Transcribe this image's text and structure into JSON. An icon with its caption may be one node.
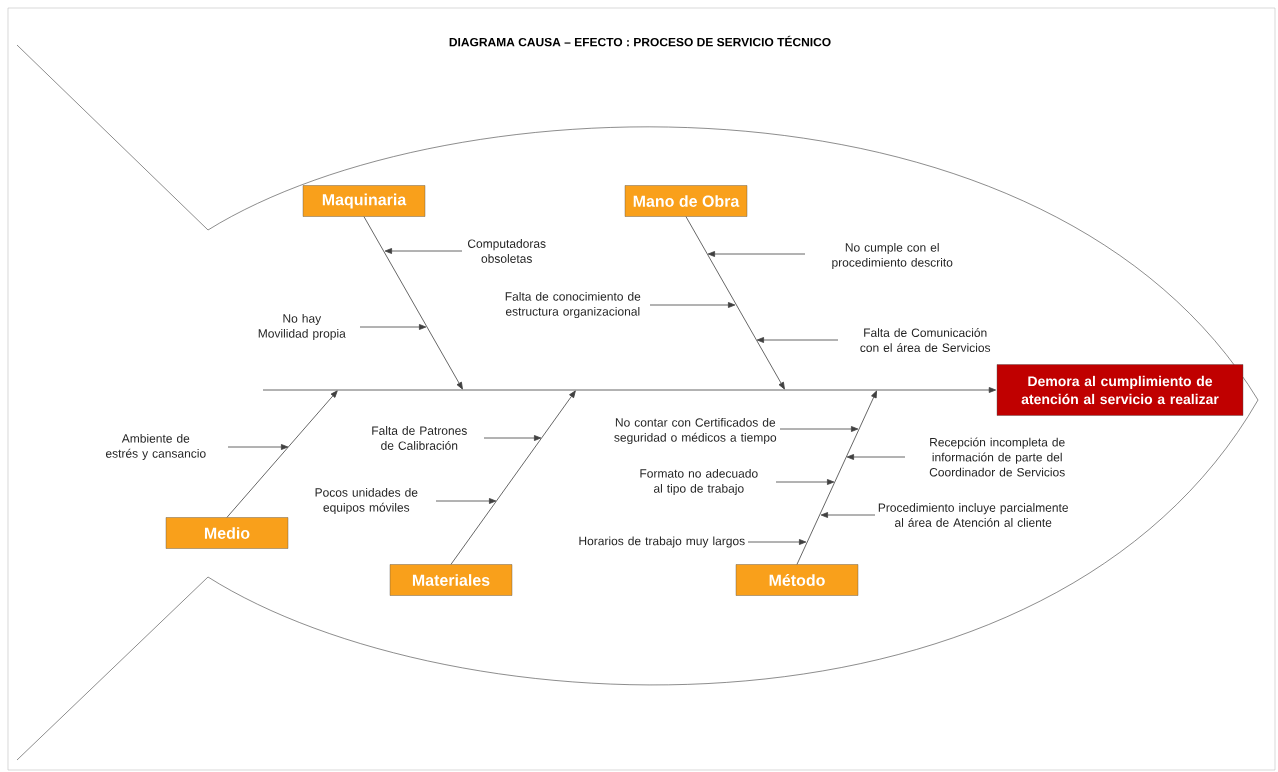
{
  "diagram": {
    "title": "DIAGRAMA CAUSA – EFECTO : PROCESO DE SERVICIO TÉCNICO",
    "nodes": [
      {
        "text": [
          "Maquinaria"
        ]
      },
      {
        "text": [
          "Mano de Obra"
        ]
      },
      {
        "text": [
          "Demora al cumplimiento de atención al servicio a realizar"
        ]
      },
      {
        "text": [
          "Medio"
        ]
      },
      {
        "text": [
          "Materiales"
        ]
      },
      {
        "text": [
          "Método"
        ]
      },
      {
        "text": [
          "Computadoras obsoletas"
        ]
      },
      {
        "text": [
          "No hay Movilidad propia"
        ]
      },
      {
        "text": [
          "No cumple con el procedimiento descrito"
        ]
      },
      {
        "text": [
          "Falta de conocimiento de estructura organizacional"
        ]
      },
      {
        "text": [
          "Falta de Comunicación con el área de Servicios"
        ]
      },
      {
        "text": [
          "Ambiente de estrés y cansancio"
        ]
      },
      {
        "text": [
          "Falta de Patrones de Calibración"
        ]
      },
      {
        "text": [
          "Pocos unidades de equipos móviles"
        ]
      },
      {
        "text": [
          "No contar con Certificados de seguridad o médicos a tiempo"
        ]
      },
      {
        "text": [
          "Recepción incompleta de información de parte del Coordinador de Servicios"
        ]
      },
      {
        "text": [
          "Formato no adecuado al tipo de trabajo"
        ]
      },
      {
        "text": [
          "Procedimiento incluye parcialmente al área de Atención al cliente"
        ]
      },
      {
        "text": [
          "Horarios de trabajo muy largos"
        ]
      }
    ],
    "edges": [
      {
        "from": 0,
        "to": null,
        "arrow": "to"
      },
      {
        "from": 1,
        "to": null,
        "arrow": "to"
      },
      {
        "from": 3,
        "to": null,
        "arrow": "to"
      },
      {
        "from": 4,
        "to": null,
        "arrow": "to"
      },
      {
        "from": 5,
        "to": null,
        "arrow": "to"
      },
      {
        "from": null,
        "to": 2,
        "arrow": "to"
      },
      {
        "from": 6,
        "to": null,
        "arrow": "to"
      },
      {
        "from": 7,
        "to": null,
        "arrow": "to"
      },
      {
        "from": 8,
        "to": null,
        "arrow": "to"
      },
      {
        "from": 9,
        "to": null,
        "arrow": "to"
      },
      {
        "from": 10,
        "to": null,
        "arrow": "to"
      },
      {
        "from": 11,
        "to": null,
        "arrow": "to"
      },
      {
        "from": 12,
        "to": null,
        "arrow": "to"
      },
      {
        "from": 13,
        "to": null,
        "arrow": "to"
      },
      {
        "from": 14,
        "to": null,
        "arrow": "to"
      },
      {
        "from": 15,
        "to": null,
        "arrow": "to"
      },
      {
        "from": 16,
        "to": null,
        "arrow": "to"
      },
      {
        "from": 17,
        "to": null,
        "arrow": "to"
      },
      {
        "from": 18,
        "to": null,
        "arrow": "to"
      }
    ]
  }
}
